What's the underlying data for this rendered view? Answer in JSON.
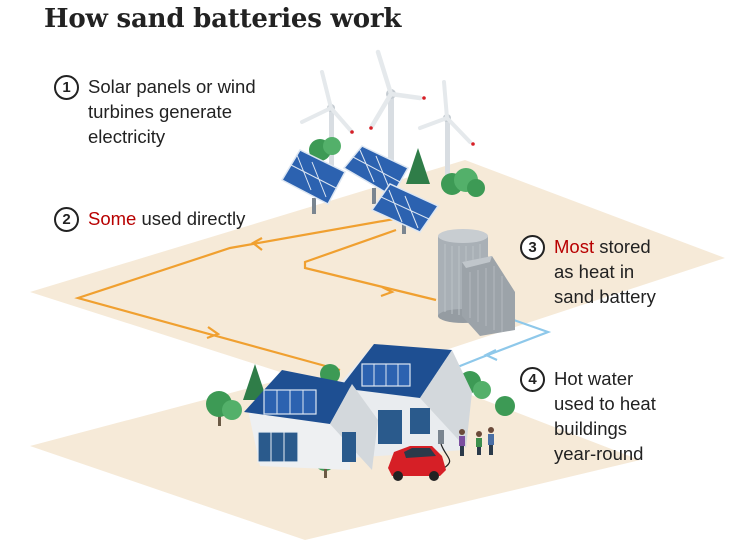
{
  "title": "How sand batteries work",
  "colors": {
    "ground": "#f6ead8",
    "energy_line": "#f0a030",
    "heat_line": "#8ec8ea",
    "accent_text": "#b80000",
    "roof": "#1e4f92",
    "car": "#d61f26"
  },
  "steps": [
    {
      "number": "1",
      "lines": [
        "Solar panels or wind",
        "turbines generate",
        "electricity"
      ]
    },
    {
      "number": "2",
      "highlight": "Some",
      "lines": [
        " used directly"
      ]
    },
    {
      "number": "3",
      "highlight": "Most",
      "lines": [
        " stored",
        "as heat in",
        "sand battery"
      ]
    },
    {
      "number": "4",
      "lines": [
        "Hot water",
        "used to heat",
        "buildings",
        "year-round"
      ]
    }
  ],
  "icons": [
    "wind-turbine-icon",
    "solar-panel-icon",
    "tree-icon",
    "sand-battery-icon",
    "house-icon",
    "electric-car-icon",
    "person-icon"
  ]
}
